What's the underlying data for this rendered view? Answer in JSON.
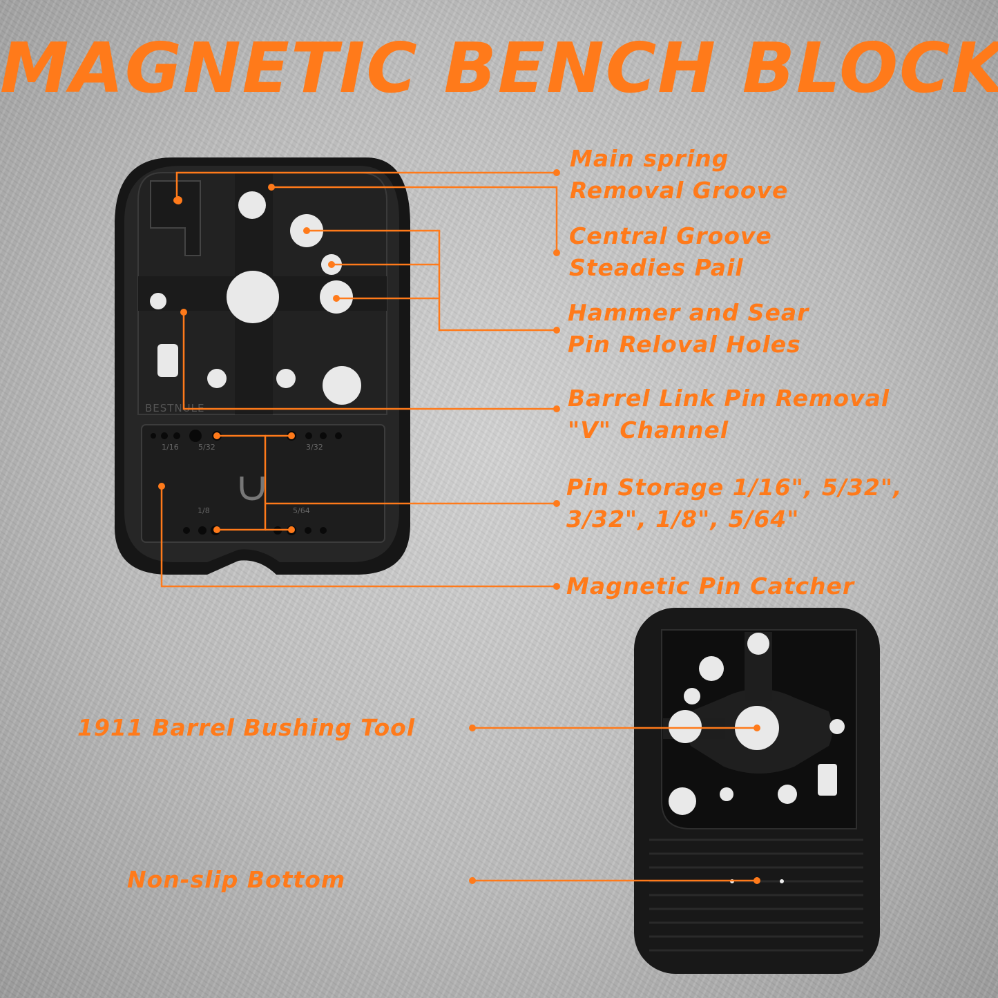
{
  "colors": {
    "accent": "#ff7a1a",
    "block": "#1c1c1c",
    "hole": "#e9e9e9"
  },
  "title": "MAGNETIC BENCH BLOCK",
  "labels": {
    "main_spring": {
      "line1": "Main spring",
      "line2": "Removal Groove"
    },
    "central_groove": {
      "line1": "Central Groove",
      "line2": "Steadies Pail"
    },
    "hammer_sear": {
      "line1": "Hammer and Sear",
      "line2": "Pin Reloval Holes"
    },
    "barrel_link": {
      "line1": "Barrel Link Pin Removal",
      "line2": "\"V\" Channel"
    },
    "pin_storage": {
      "line1": "Pin Storage 1/16\", 5/32\",",
      "line2": "3/32\", 1/8\", 5/64\""
    },
    "magnetic_catcher": {
      "line1": "Magnetic Pin Catcher"
    },
    "bushing_tool": {
      "line1": "1911 Barrel Bushing Tool"
    },
    "non_slip": {
      "line1": "Non-slip Bottom"
    }
  },
  "block_text": {
    "brand": "BESTNULE",
    "size_1_16": "1/16",
    "size_5_32": "5/32",
    "size_3_32": "3/32",
    "size_1_8": "1/8",
    "size_5_64": "5/64"
  }
}
